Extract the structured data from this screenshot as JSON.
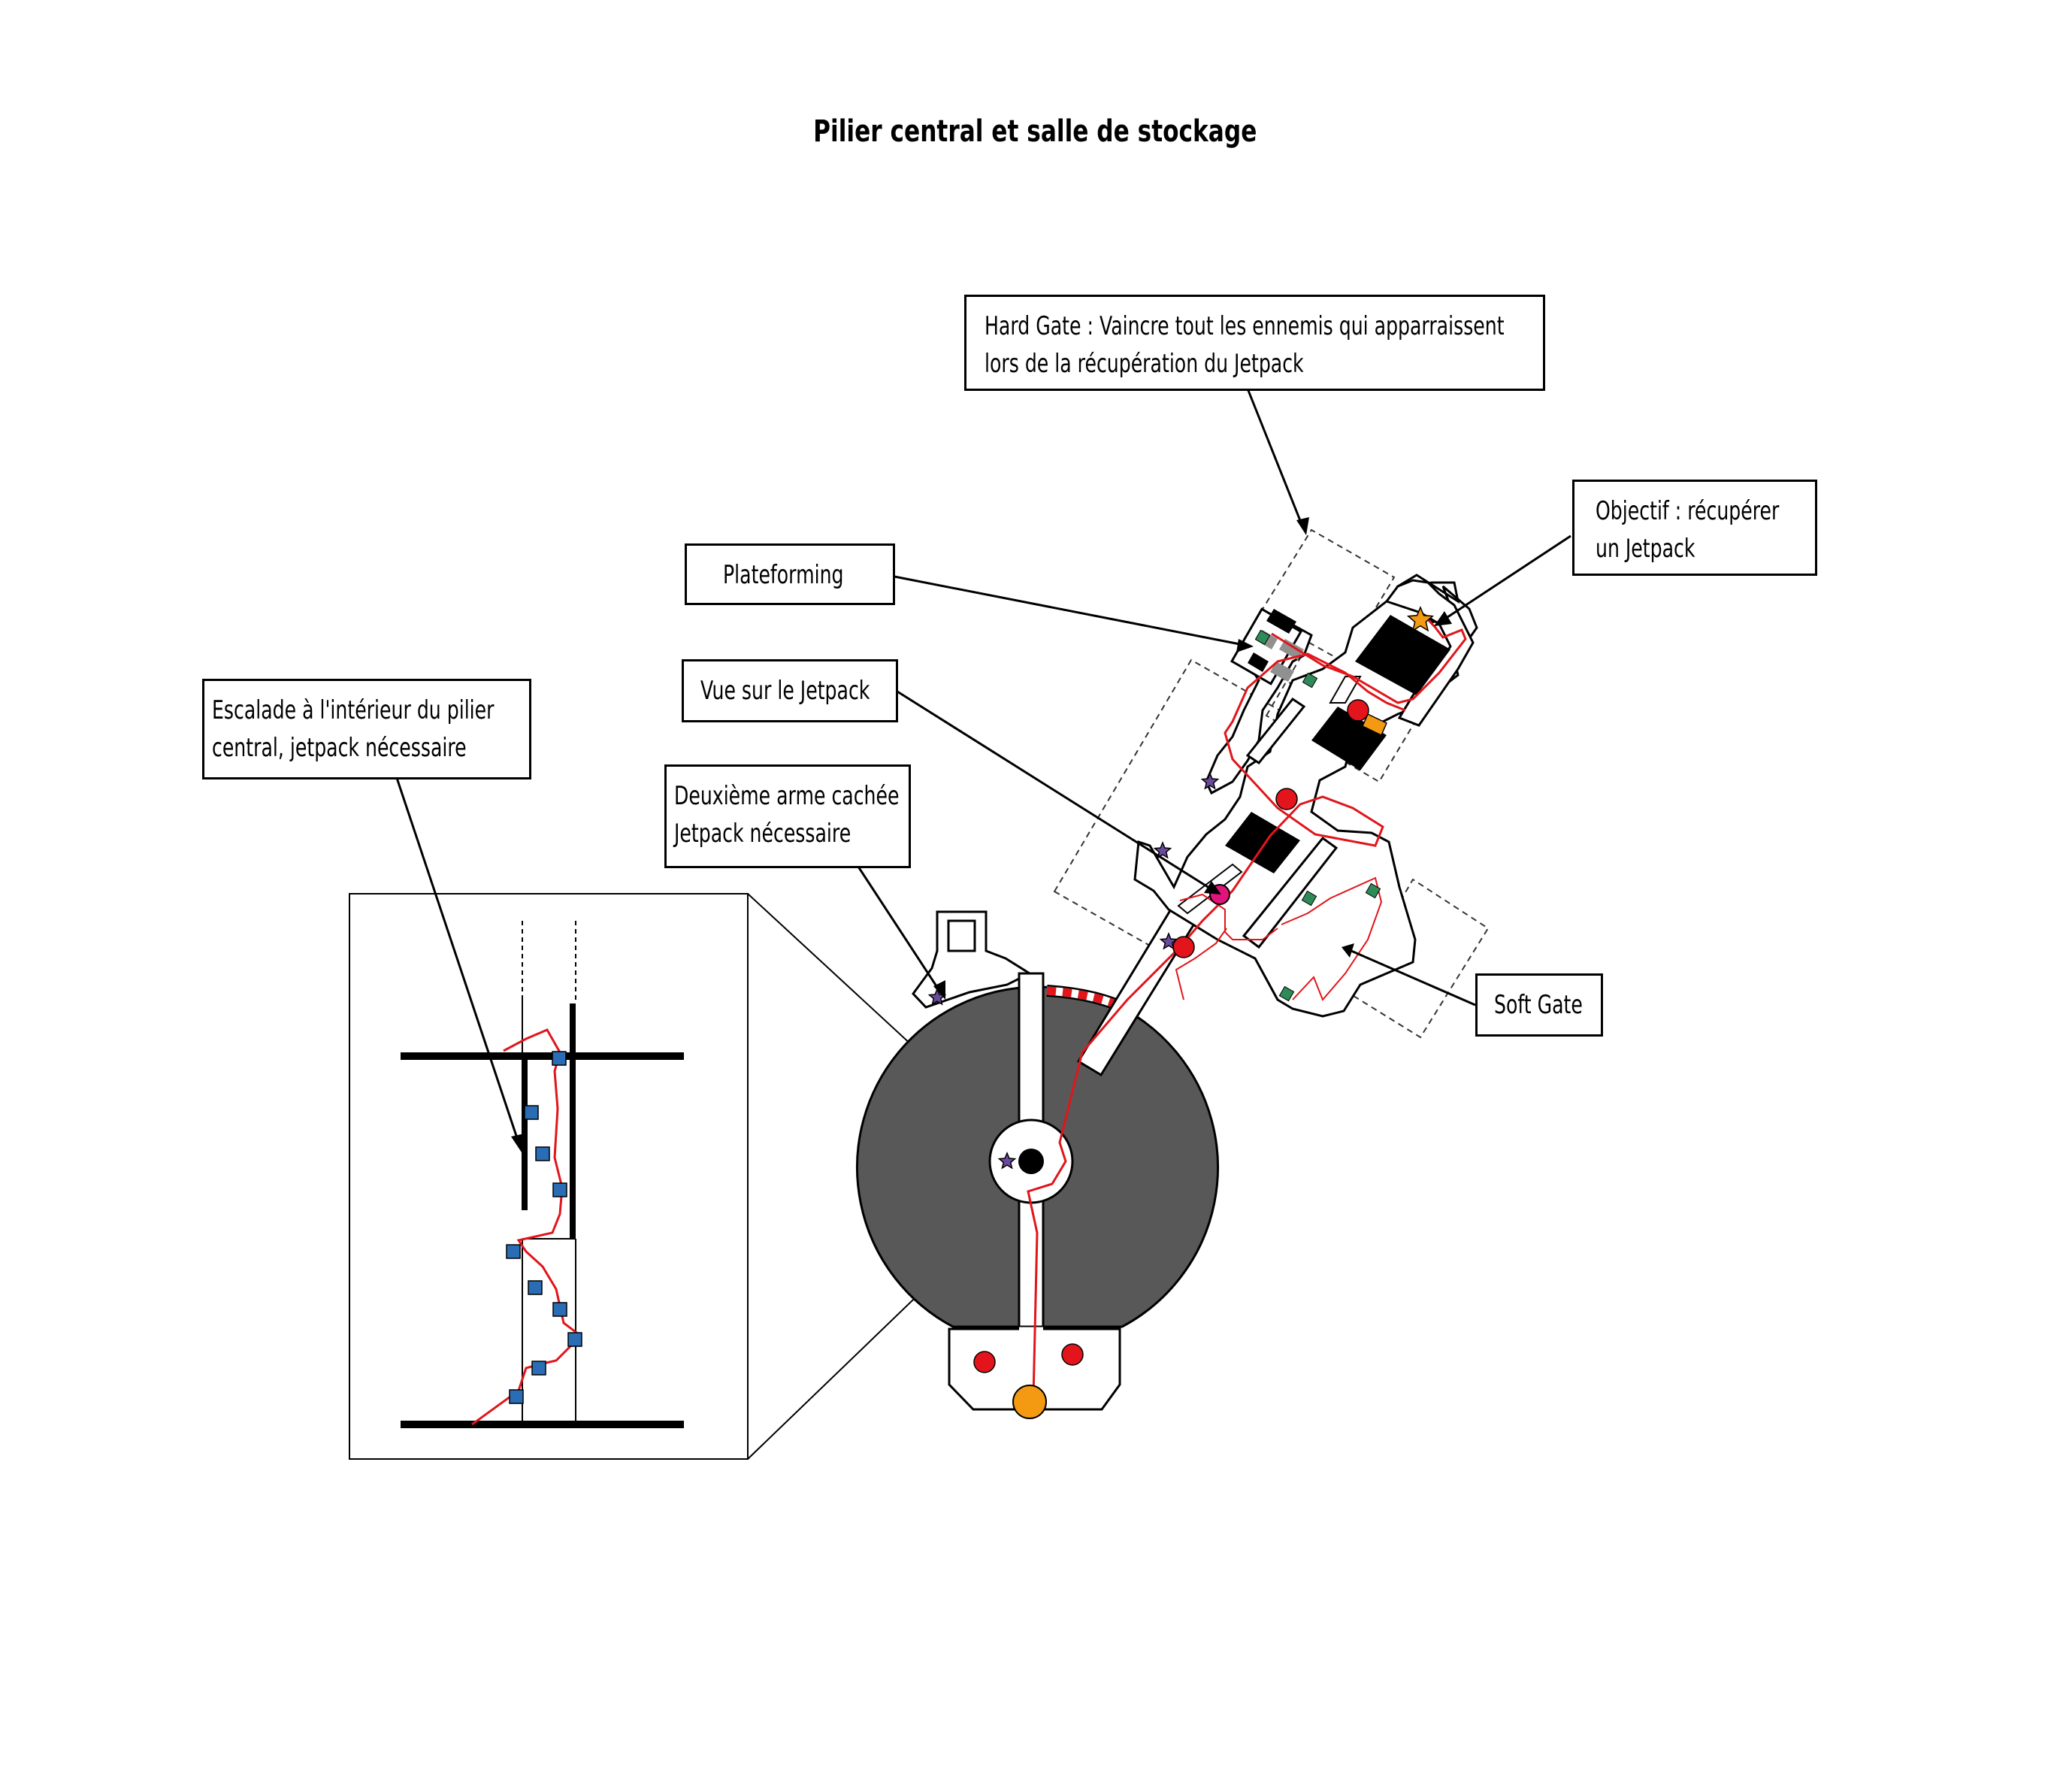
{
  "title": "Pilier central et salle de stockage",
  "callouts": {
    "hard_gate": [
      "Hard Gate : Vaincre tout les ennemis qui apparraissent",
      "lors de la récupération du Jetpack"
    ],
    "objectif": [
      "Objectif : récupérer",
      "un Jetpack"
    ],
    "plateforming": [
      "Plateforming"
    ],
    "vue_jetpack": [
      "Vue sur le Jetpack"
    ],
    "deuxieme_arme": [
      "Deuxième arme cachée",
      "Jetpack nécessaire"
    ],
    "escalade": [
      "Escalade à l'intérieur du pilier",
      "central, jetpack nécessaire"
    ],
    "soft_gate": [
      "Soft Gate"
    ]
  },
  "colors": {
    "floor_disc": "#585858",
    "route": "#e0161b",
    "enemy": "#e3141b",
    "start": "#f39a12",
    "objective_star": "#f39a12",
    "secret_star": "#6a4a9c",
    "checkpoint": "#2e8b57",
    "jetpack_view": "#e0147a",
    "climb_block": "#2a6db5",
    "stripe": "#000000"
  },
  "icons": {
    "enemy": "red-circle-icon",
    "start": "orange-circle-icon",
    "objective": "orange-star-icon",
    "secret": "purple-star-icon",
    "checkpoint": "green-diamond-icon",
    "jetpack_view": "magenta-circle-icon",
    "climb_hold": "blue-square-icon"
  }
}
